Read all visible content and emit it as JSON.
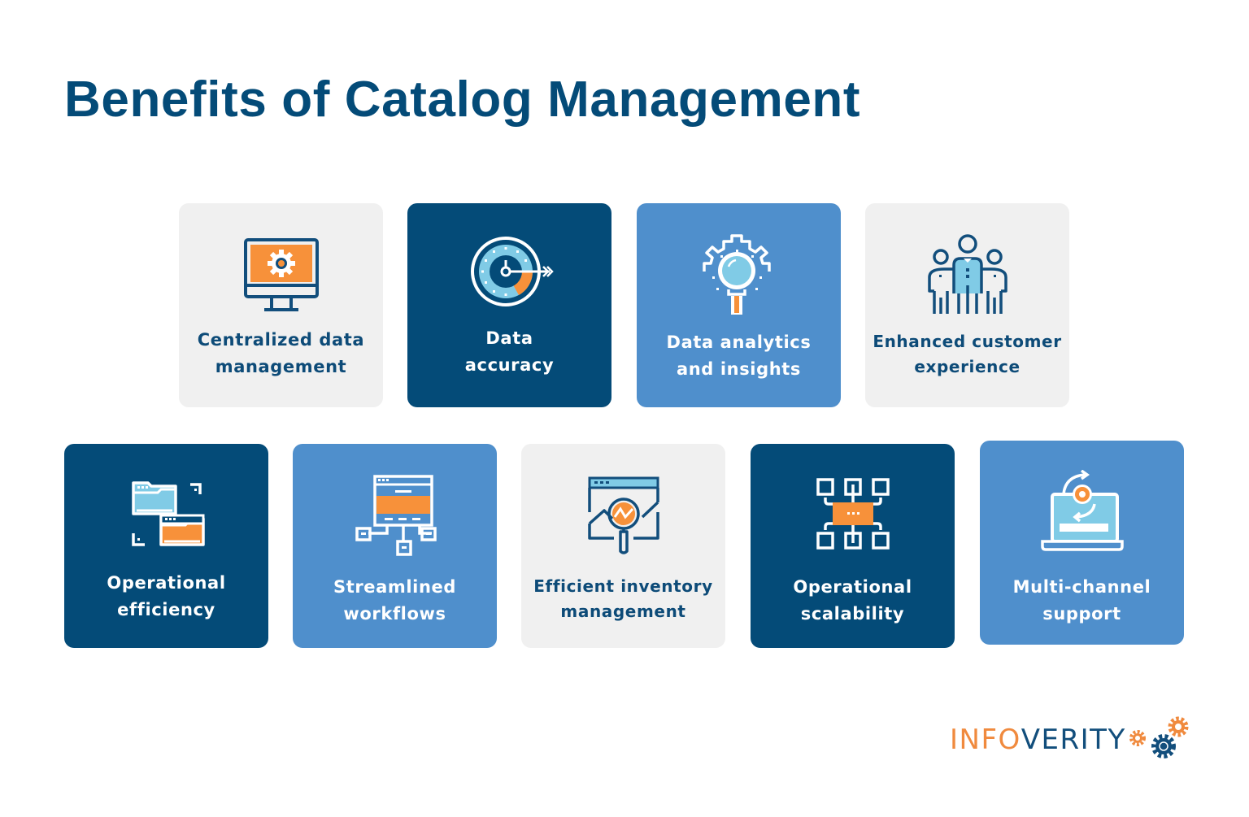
{
  "header": {
    "title": "Benefits of Catalog Management"
  },
  "colors": {
    "navy": "#044b78",
    "mid_blue": "#4f8fcc",
    "light_gray": "#f0f0f0",
    "orange": "#f7913a",
    "sky": "#80cbe6",
    "white": "#ffffff"
  },
  "cards": [
    {
      "line1": "Centralized data",
      "line2": "management",
      "icon": "monitor-gear-icon",
      "style": "light"
    },
    {
      "line1": "Data",
      "line2": "accuracy",
      "icon": "target-dial-icon",
      "style": "dark"
    },
    {
      "line1": "Data analytics",
      "line2": "and insights",
      "icon": "magnifier-gear-icon",
      "style": "mid"
    },
    {
      "line1": "Enhanced customer",
      "line2": "experience",
      "icon": "people-group-icon",
      "style": "light"
    },
    {
      "line1": "Operational",
      "line2": "efficiency",
      "icon": "folders-transfer-icon",
      "style": "dark"
    },
    {
      "line1": "Streamlined",
      "line2": "workflows",
      "icon": "workflow-sitemap-icon",
      "style": "mid"
    },
    {
      "line1": "Efficient inventory",
      "line2": "management",
      "icon": "browser-analytics-magnifier-icon",
      "style": "light"
    },
    {
      "line1": "Operational",
      "line2": "scalability",
      "icon": "network-nodes-icon",
      "style": "dark"
    },
    {
      "line1": "Multi-channel",
      "line2": "support",
      "icon": "laptop-sync-icon",
      "style": "mid"
    }
  ],
  "logo": {
    "part1": "INFO",
    "part2": "VERITY",
    "icon": "gears-icon"
  }
}
